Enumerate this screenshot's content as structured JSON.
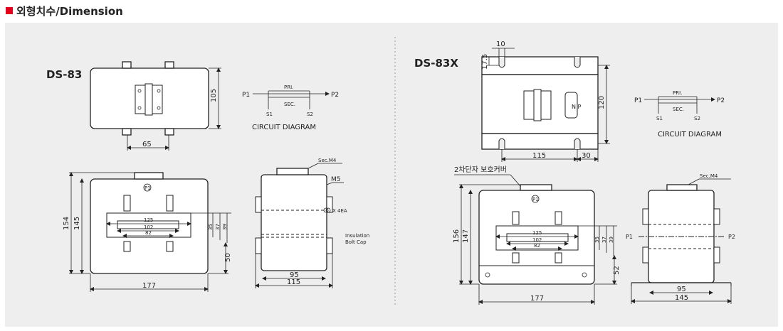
{
  "page": {
    "title": "외형치수/Dimension",
    "accent": "#e2001a",
    "panel_bg": "#eeeeee"
  },
  "left": {
    "model": "DS-83",
    "top_view": {
      "width": "65",
      "height": "105"
    },
    "circuit": {
      "p1": "P1",
      "p2": "P2",
      "pri": "PRI.",
      "sec": "SEC.",
      "s1": "S1",
      "s2": "S2",
      "caption": "CIRCUIT DIAGRAM"
    },
    "front": {
      "height_outer": "154",
      "height_inner": "145",
      "w125": "125",
      "w102": "102",
      "w82": "82",
      "h35": "35",
      "h37": "37",
      "h39": "39",
      "h50": "50",
      "width": "177",
      "terminal": "P1"
    },
    "side": {
      "sec_m4": "Sec.M4",
      "m5": "M5",
      "screw": "X 4EA",
      "insulation_1": "Insulation",
      "insulation_2": "Bolt Cap",
      "w95": "95",
      "w115": "115"
    }
  },
  "right": {
    "model": "DS-83X",
    "top_view": {
      "w10": "10",
      "h17_5": "17.5",
      "h120": "120",
      "w115": "115",
      "w30": "30",
      "np": "N P"
    },
    "circuit": {
      "p1": "P1",
      "p2": "P2",
      "pri": "PRI.",
      "sec": "SEC.",
      "s1": "S1",
      "s2": "S2",
      "caption": "CIRCUIT DIAGRAM"
    },
    "cover_label": "2차단자 보호커버",
    "front": {
      "height_outer": "156",
      "height_inner": "147",
      "w125": "125",
      "w102": "102",
      "w82": "82",
      "h35": "35",
      "h37": "37",
      "h39": "39",
      "h52": "52",
      "width": "177",
      "terminal": "P1"
    },
    "side": {
      "sec_m4": "Sec.M4",
      "p1": "P1",
      "p2": "P2",
      "w95": "95",
      "w145": "145"
    }
  }
}
